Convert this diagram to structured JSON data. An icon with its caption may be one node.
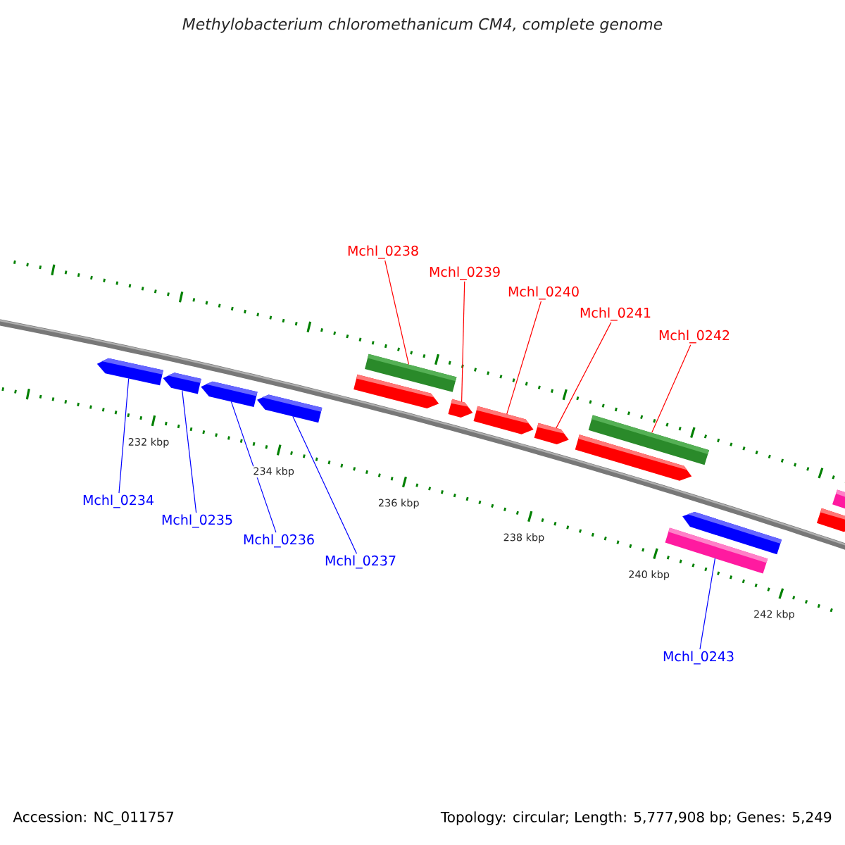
{
  "diagram": {
    "title": "Methylobacterium chloromethanicum CM4, complete genome",
    "nodes": [
      {
        "text": [
          "Mchl_0234"
        ]
      },
      {
        "text": [
          "Mchl_0235"
        ]
      },
      {
        "text": [
          "Mchl_0236"
        ]
      },
      {
        "text": [
          "Mchl_0237"
        ]
      },
      {
        "text": [
          "Mchl_0238"
        ]
      },
      {
        "text": [
          "Mchl_0239"
        ]
      },
      {
        "text": [
          "Mchl_0240"
        ]
      },
      {
        "text": [
          "Mchl_0241"
        ]
      },
      {
        "text": [
          "Mchl_0242"
        ]
      },
      {
        "text": [
          "Mchl_0243"
        ]
      },
      {
        "text": [],
        "shape": "pentagon"
      },
      {
        "text": [],
        "shape": "pentagon"
      },
      {
        "text": [],
        "shape": "pentagon"
      },
      {
        "text": [],
        "shape": "pentagon"
      },
      {
        "text": [],
        "shape": "bar"
      },
      {
        "text": [],
        "shape": "pentagon"
      },
      {
        "text": [],
        "shape": "pentagon"
      },
      {
        "text": [],
        "shape": "pentagon"
      },
      {
        "text": [],
        "shape": "pentagon"
      },
      {
        "text": [],
        "shape": "bar"
      },
      {
        "text": [],
        "shape": "pentagon"
      },
      {
        "text": [],
        "shape": "pentagon"
      },
      {
        "text": [],
        "shape": "bar"
      },
      {
        "text": [],
        "shape": "bar"
      },
      {
        "text": [],
        "shape": "pentagon"
      }
    ],
    "edges": [
      {
        "from": 0,
        "to": 10,
        "arrow": "none",
        "color": "#0000ff"
      },
      {
        "from": 1,
        "to": 11,
        "arrow": "none",
        "color": "#0000ff"
      },
      {
        "from": 2,
        "to": 12,
        "arrow": "none",
        "color": "#0000ff"
      },
      {
        "from": 3,
        "to": 13,
        "arrow": "none",
        "color": "#0000ff"
      },
      {
        "from": 4,
        "to": 14,
        "arrow": "none",
        "color": "#ff0000"
      },
      {
        "from": 5,
        "to": 16,
        "arrow": "none",
        "color": "#ff0000"
      },
      {
        "from": 6,
        "to": 17,
        "arrow": "none",
        "color": "#ff0000"
      },
      {
        "from": 7,
        "to": 18,
        "arrow": "none",
        "color": "#ff0000"
      },
      {
        "from": 8,
        "to": 19,
        "arrow": "none",
        "color": "#ff0000"
      },
      {
        "from": 9,
        "to": 22,
        "arrow": "none",
        "color": "#0000ff"
      }
    ],
    "labels": [
      "232 kbp",
      "234 kbp",
      "236 kbp",
      "238 kbp",
      "240 kbp",
      "242 kbp",
      "Accession: NC_011757",
      "Topology: circular; Length: 5,777,908 bp; Genes: 5,249"
    ]
  }
}
